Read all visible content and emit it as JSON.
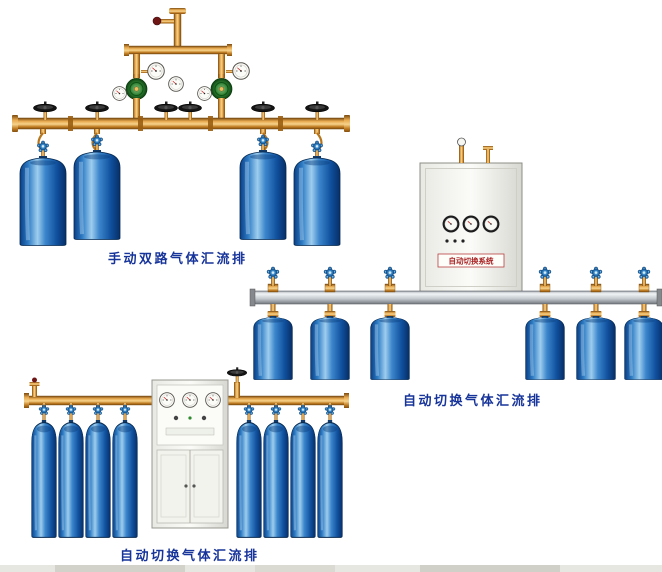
{
  "page": {
    "background": "#ffffff",
    "type": "gas-manifold-product-catalog"
  },
  "products": [
    {
      "caption": "手动双路气体汇流排",
      "cylinder_count": 4
    },
    {
      "caption": "自动切换气体汇流排",
      "cylinder_count": 6,
      "cabinet_label": "自动切换系统"
    },
    {
      "caption": "自动切换气体汇流排",
      "cylinder_count": 8
    }
  ],
  "colors": {
    "caption_text": "#17349a",
    "cylinder_blue": "#1e68b8",
    "brass_pipe": "#d89a3c",
    "rail_silver": "#c9ced2",
    "cabinet_body": "#f2f2ec",
    "cabinet_label_red": "#a82424",
    "handwheel_black": "#141414",
    "regulator_green": "#2e7c30"
  },
  "icons": {
    "gas-cylinder": "blue-bottle-shape",
    "hand-wheel-black": "black-ellipse-wheel",
    "hand-wheel-blue": "blue-flower-knob",
    "pressure-gauge": "white-circle-dial",
    "pressure-gauge-dark": "dark-bezel-dial",
    "regulator": "green-disc-valve"
  }
}
